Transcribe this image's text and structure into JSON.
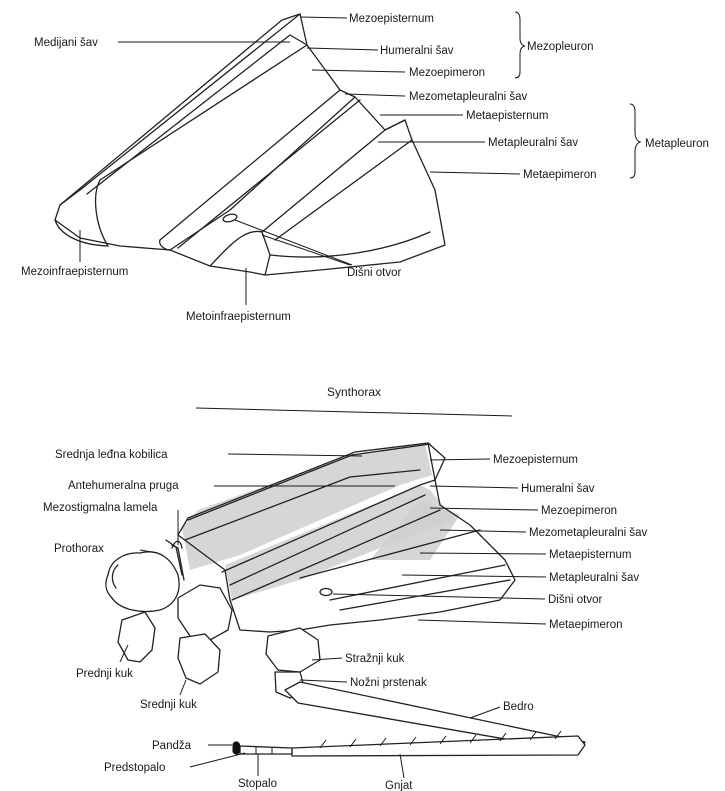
{
  "top_diagram": {
    "labels": {
      "medijani_sav": "Medijani šav",
      "mezoepisternum": "Mezoepisternum",
      "humeralni_sav": "Humeralni šav",
      "mezoepimeron": "Mezoepimeron",
      "mezometapleuralni_sav": "Mezometapleuralni šav",
      "metaepisternum": "Metaepisternum",
      "metapleuralni_sav": "Metapleuralni šav",
      "metaepimeron": "Metaepimeron",
      "mezoinfraepisternum": "Mezoinfraepisternum",
      "disni_otvor": "Dišni otvor",
      "metoinfraepisternum": "Metoinfraepisternum"
    },
    "groups": {
      "mezopleuron": "Mezopleuron",
      "metapleuron": "Metapleuron"
    }
  },
  "bottom_diagram": {
    "heading": "Synthorax",
    "labels": {
      "srednja_ledna_kobilica": "Srednja leđna kobilica",
      "antehumeralna_pruga": "Antehumeralna pruga",
      "mezostigmalna_lamela": "Mezostigmalna lamela",
      "prothorax": "Prothorax",
      "mezoepisternum": "Mezoepisternum",
      "humeralni_sav": "Humeralni šav",
      "mezoepimeron": "Mezoepimeron",
      "mezometapleuralni_sav": "Mezometapleuralni šav",
      "metaepisternum": "Metaepisternum",
      "metapleuralni_sav": "Metapleuralni šav",
      "disni_otvor": "Dišni otvor",
      "metaepimeron": "Metaepimeron",
      "prednji_kuk": "Prednji kuk",
      "srednji_kuk": "Srednji kuk",
      "straznji_kuk": "Stražnji kuk",
      "nozni_prstenak": "Nožni prstenak",
      "bedro": "Bedro",
      "pandza": "Pandža",
      "predstopalo": "Predstopalo",
      "stopalo": "Stopalo",
      "gnjat": "Gnjat"
    }
  }
}
